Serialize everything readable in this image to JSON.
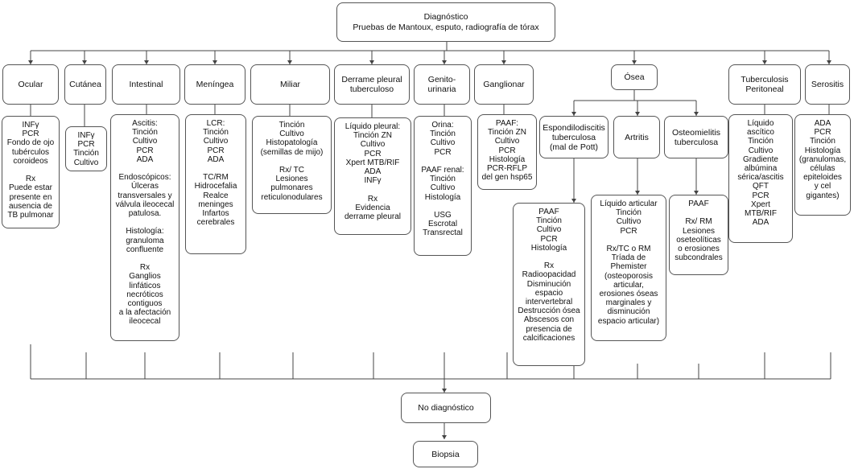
{
  "diagram": {
    "root": "Diagnóstico\nPruebas de Mantoux, esputo, radiografía de tórax",
    "top_boxes": [
      {
        "key": "ocular",
        "label": "Ocular"
      },
      {
        "key": "cutanea",
        "label": "Cutánea"
      },
      {
        "key": "intestinal",
        "label": "Intestinal"
      },
      {
        "key": "meningea",
        "label": "Meníngea"
      },
      {
        "key": "miliar",
        "label": "Miliar"
      },
      {
        "key": "derrame",
        "label": "Derrame pleural\ntuberculoso"
      },
      {
        "key": "genito",
        "label": "Genito-\nurinaria"
      },
      {
        "key": "ganglionar",
        "label": "Ganglionar"
      },
      {
        "key": "osea",
        "label": "Ósea"
      },
      {
        "key": "peritoneal",
        "label": "Tuberculosis\nPeritoneal"
      },
      {
        "key": "serositis",
        "label": "Serositis"
      }
    ],
    "osea_sub": {
      "espondilodiscitis": "Espondilodiscitis\ntuberculosa\n(mal de Pott)",
      "artritis": "Artritis",
      "osteomielitis": "Osteomielitis\ntuberculosa"
    },
    "details": {
      "ocular": "INFγ\nPCR\nFondo de ojo\ntubérculos\ncoroideos\n\nRx\nPuede estar\npresente en\nausencia de\nTB pulmonar",
      "cutanea": "INFγ\nPCR\nTinción\nCultivo",
      "intestinal": "Ascitis:\nTinción\nCultivo\nPCR\nADA\n\nEndoscópicos:\nÚlceras\ntransversales y\nválvula ileocecal\npatulosa.\n\nHistología:\ngranuloma\nconfluente\n\nRx\nGanglios\nlinfáticos\nnecróticos\ncontiguos\na la afectación\nileocecal",
      "meningea": "LCR:\nTinción\nCultivo\nPCR\nADA\n\nTC/RM\nHidrocefalia\nRealce\nmeninges\nInfartos\ncerebrales",
      "miliar": "Tinción\nCultivo\nHistopatología\n(semillas de mijo)\n\nRx/ TC\nLesiones\npulmonares\nreticulonodulares",
      "derrame": "Líquido pleural:\nTinción ZN\nCultivo\nPCR\nXpert MTB/RIF\nADA\nINFγ\n\nRx\nEvidencia\nderrame pleural",
      "genito": "Orina:\nTinción\nCultivo\nPCR\n\nPAAF renal:\nTinción\nCultivo\nHistología\n\nUSG\nEscrotal\nTransrectal",
      "ganglionar": "PAAF:\nTinción ZN\nCultivo\nPCR\nHistología\nPCR-RFLP\ndel gen hsp65",
      "espondilodiscitis": "PAAF\nTinción\nCultivo\nPCR\nHistología\n\nRx\nRadioopacidad\nDisminución\nespacio\nintervertebral\nDestrucción ósea\nAbscesos con\npresencia de\ncalcificaciones",
      "artritis": "Líquido articular\nTinción\nCultivo\nPCR\n\nRx/TC o RM\nTríada de\nPhemister\n(osteoporosis\narticular,\nerosiones óseas\nmarginales y\ndisminución\nespacio articular)",
      "osteomielitis": "PAAF\n\nRx/ RM\nLesiones\noseteolíticas\no erosiones\nsubcondrales",
      "peritoneal": "Líquido\nascítico\nTinción\nCultivo\nGradiente\nalbúmina\nsérica/ascitis\nQFT\nPCR\nXpert\nMTB/RIF\nADA",
      "serositis": "ADA\nPCR\nTinción\nHistología\n(granulomas,\ncélulas\nepiteloides\ny cel\ngigantes)"
    },
    "no_diagnostico": "No diagnóstico",
    "biopsia": "Biopsia"
  }
}
